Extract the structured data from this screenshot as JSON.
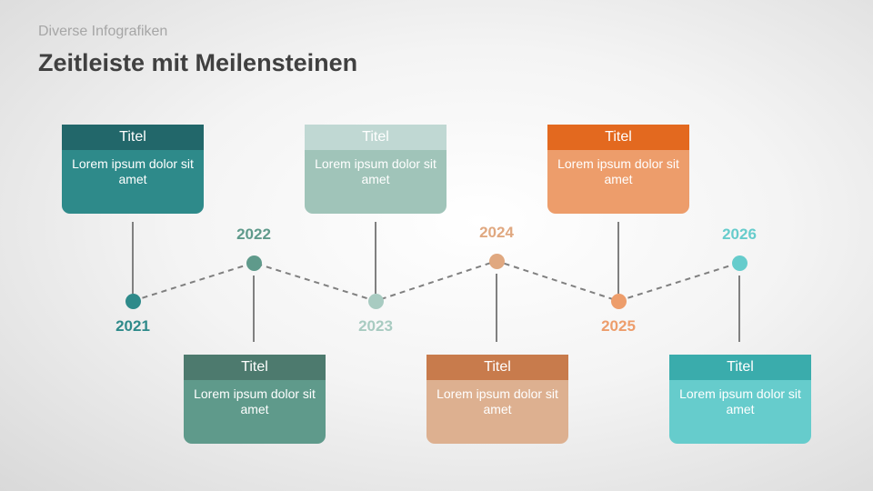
{
  "header": {
    "subtitle": "Diverse Infografiken",
    "title": "Zeitleiste mit Meilensteinen"
  },
  "milestones": [
    {
      "year": "2021",
      "title": "Titel",
      "text": "Lorem ipsum dolor sit amet",
      "header_color": "#22676a",
      "body_color": "#2e8a8a",
      "dot_color": "#2e8a8a",
      "year_color": "#2e8a8a"
    },
    {
      "year": "2022",
      "title": "Titel",
      "text": "Lorem ipsum dolor sit amet",
      "header_color": "#4d7a6e",
      "body_color": "#5f9a8b",
      "dot_color": "#5f9a8b",
      "year_color": "#5f9a8b"
    },
    {
      "year": "2023",
      "title": "Titel",
      "text": "Lorem ipsum dolor sit amet",
      "header_color": "#c0d8d3",
      "body_color": "#a0c4b9",
      "dot_color": "#a8cbc1",
      "year_color": "#a8cbc1"
    },
    {
      "year": "2024",
      "title": "Titel",
      "text": "Lorem ipsum dolor sit amet",
      "header_color": "#c87b4c",
      "body_color": "#ddb090",
      "dot_color": "#e0a880",
      "year_color": "#e0a880"
    },
    {
      "year": "2025",
      "title": "Titel",
      "text": "Lorem ipsum dolor sit amet",
      "header_color": "#e3691f",
      "body_color": "#ed9d6b",
      "dot_color": "#ed9d6b",
      "year_color": "#ed9d6b"
    },
    {
      "year": "2026",
      "title": "Titel",
      "text": "Lorem ipsum dolor sit amet",
      "header_color": "#3aacac",
      "body_color": "#66cccc",
      "dot_color": "#66cccc",
      "year_color": "#66cccc"
    }
  ]
}
